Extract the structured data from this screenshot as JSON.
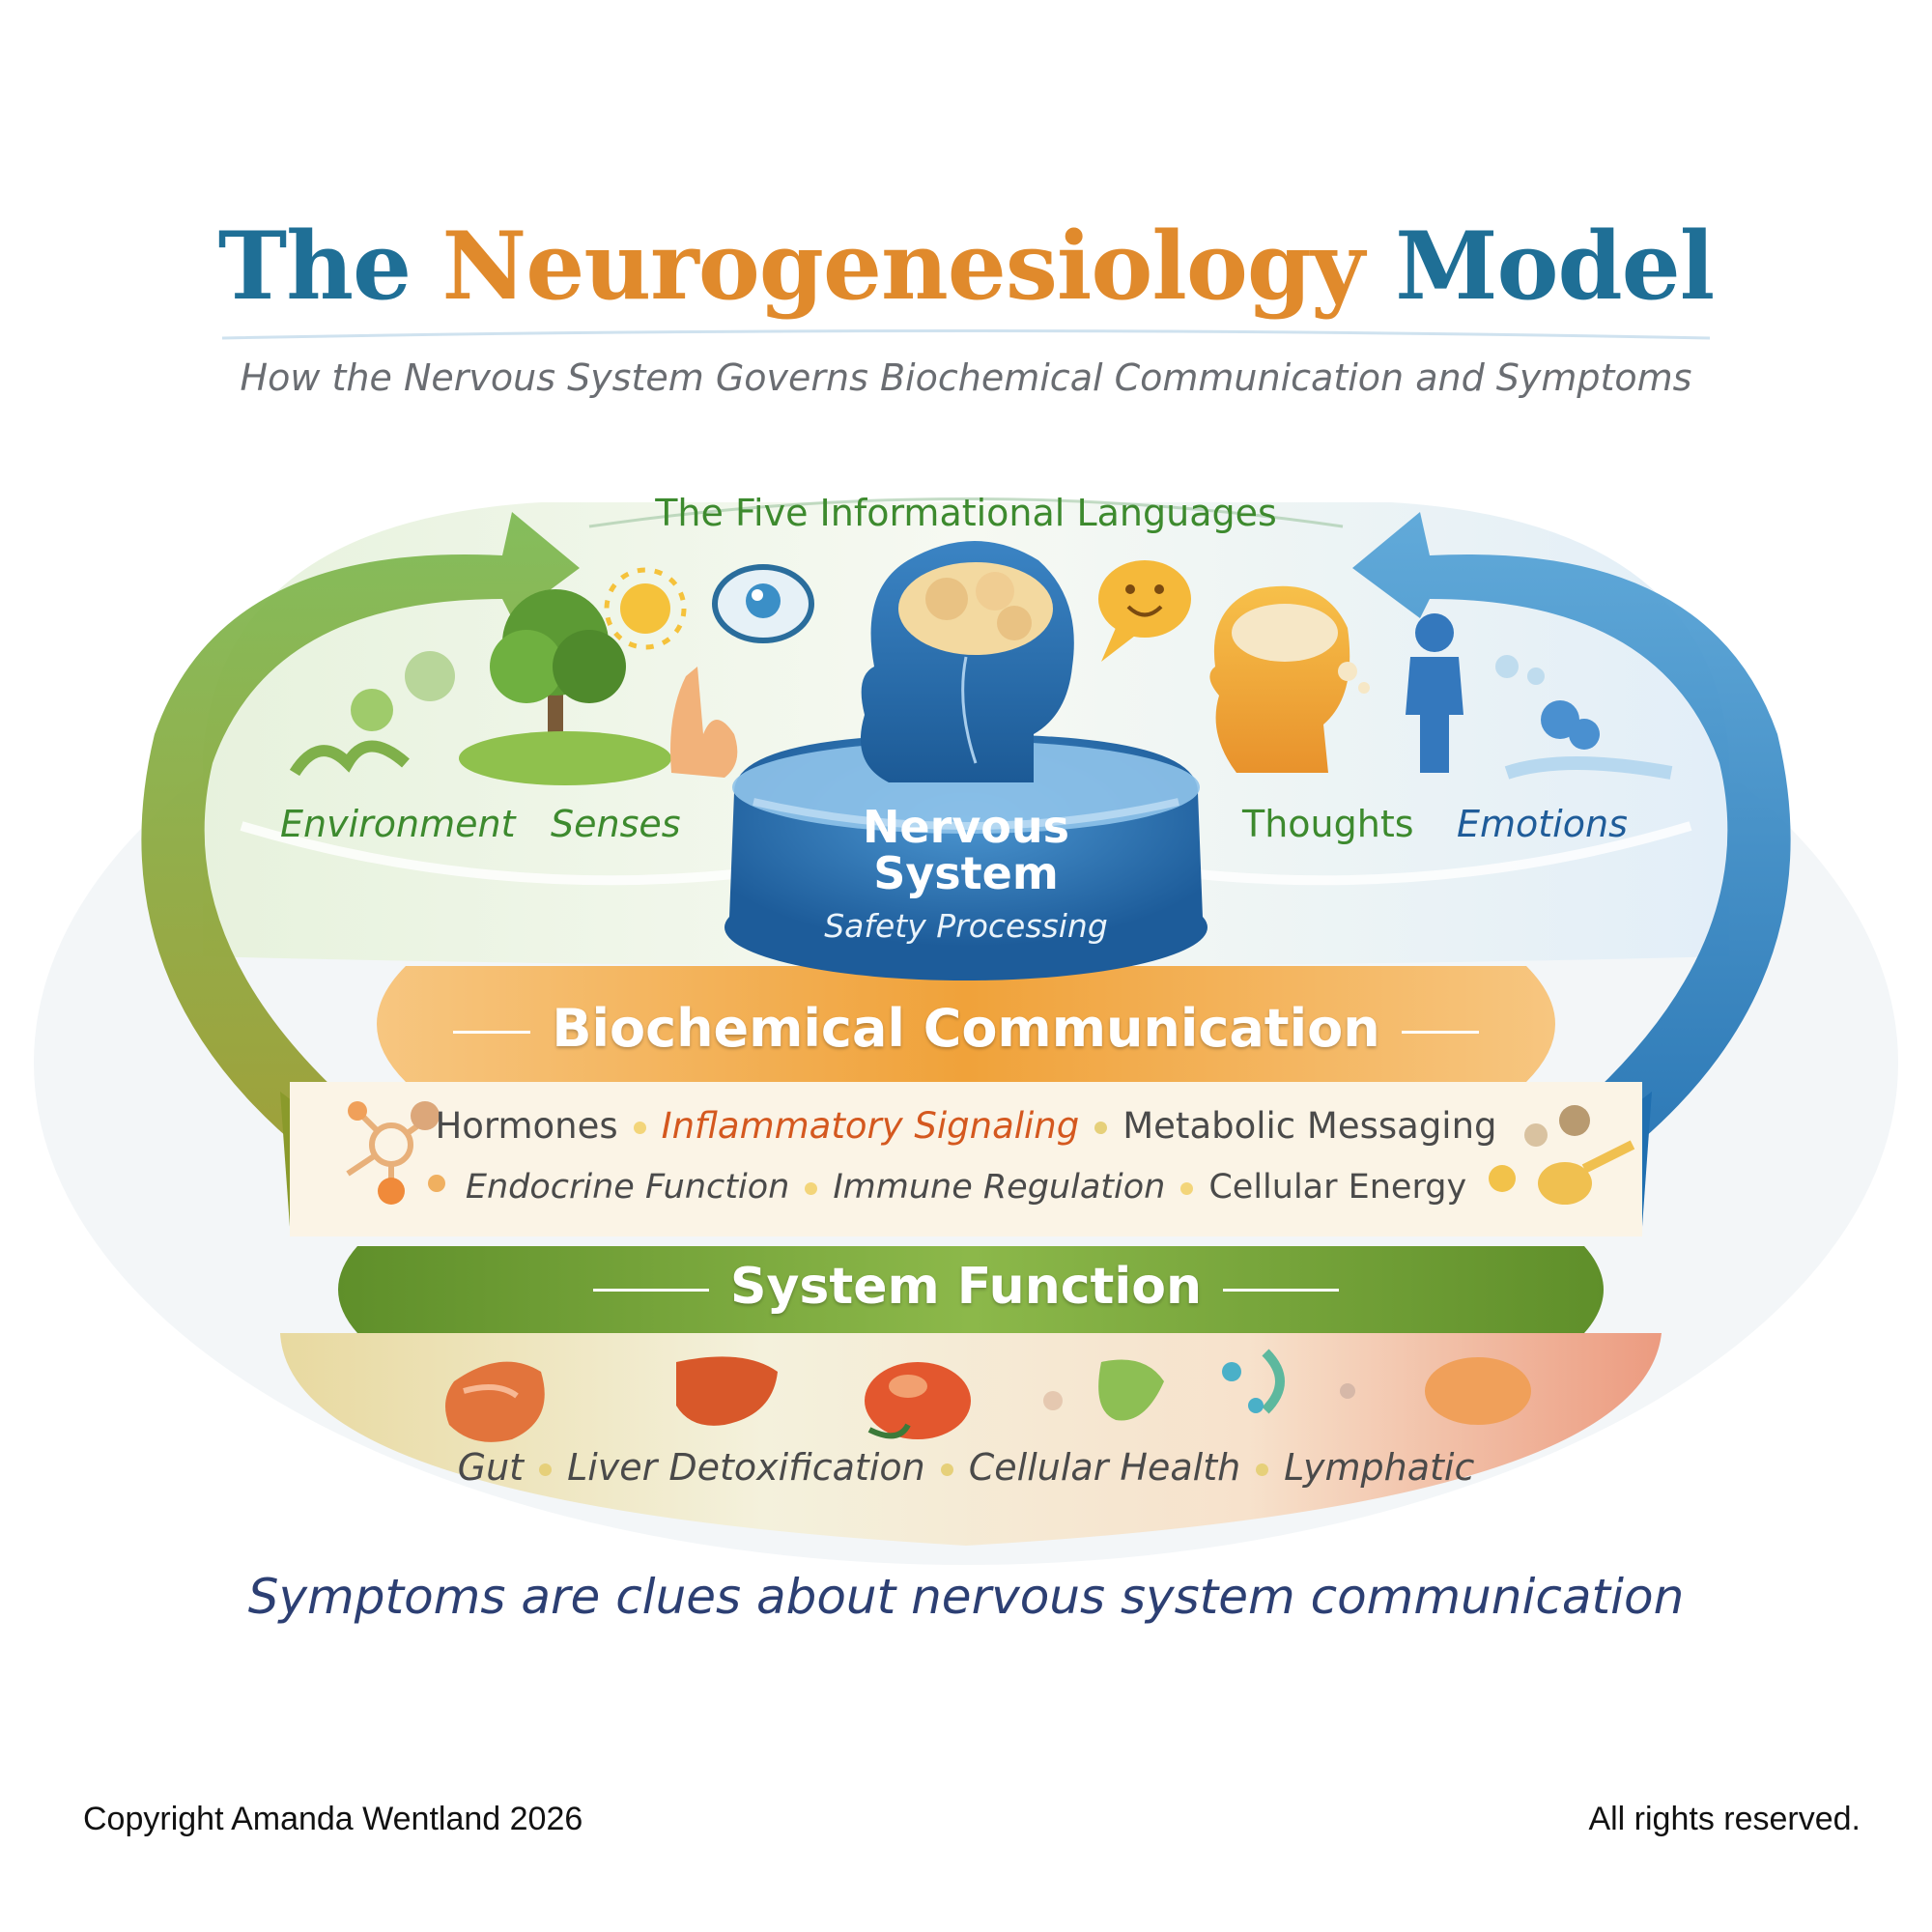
{
  "title": {
    "part1": "The",
    "part2": "Neurogenesiology",
    "part3": "Model"
  },
  "subtitle": "How the Nervous System Governs Biochemical Communication and Symptoms",
  "five_languages": {
    "heading": "The Five Informational Languages",
    "labels": {
      "environment": "Environment",
      "senses": "Senses",
      "thoughts": "Thoughts",
      "emotions": "Emotions"
    }
  },
  "nervous_system": {
    "line1": "Nervous",
    "line2": "System",
    "sub": "Safety Processing"
  },
  "biochemical": {
    "heading": "Biochemical Communication",
    "row1": [
      "Hormones",
      "Inflammatory Signaling",
      "Metabolic Messaging"
    ],
    "row2": [
      "Endocrine Function",
      "Immune Regulation",
      "Cellular Energy"
    ]
  },
  "system_function": {
    "heading": "System Function",
    "items": [
      "Gut",
      "Liver Detoxification",
      "Cellular Health",
      "Lymphatic"
    ]
  },
  "tagline": "Symptoms are clues about nervous system communication",
  "footer": {
    "copyright": "Copyright Amanda Wentland 2026",
    "rights": "All rights reserved."
  },
  "colors": {
    "title_blue": "#1f6f96",
    "title_orange": "#e08a2c",
    "green_text": "#3d8a2e",
    "blue_text": "#1f5c99",
    "orange_band": "#f0a23a",
    "green_band": "#7aa83a",
    "inflammatory": "#d4581f",
    "item_text": "#4a4a4a"
  },
  "icons": [
    "tree-icon",
    "sun-icon",
    "hand-icon",
    "eye-icon",
    "brain-head-icon",
    "speech-bubble-smile-icon",
    "thinking-head-icon",
    "person-icon",
    "molecule-icon",
    "gut-icon",
    "liver-icon",
    "kidney-icon",
    "cell-icon",
    "lymph-icon"
  ]
}
